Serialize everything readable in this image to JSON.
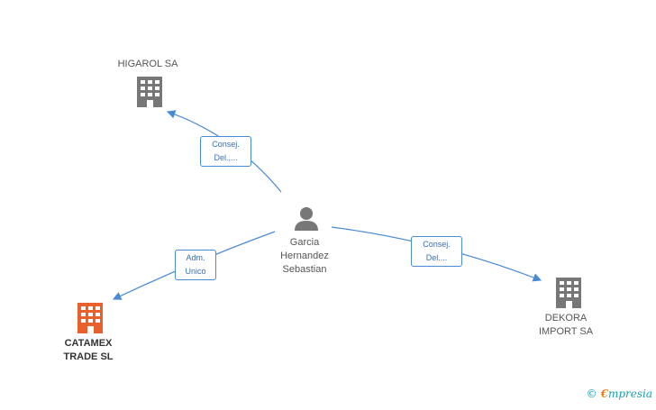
{
  "nodes": {
    "person": {
      "name": "Garcia\nHernandez\nSebastian",
      "type": "person"
    },
    "higarol": {
      "name": "HIGAROL SA",
      "type": "company"
    },
    "catamex": {
      "name": "CATAMEX\nTRADE SL",
      "type": "company",
      "highlight": true
    },
    "dekora": {
      "name": "DEKORA\nIMPORT SA",
      "type": "company"
    }
  },
  "edges": {
    "to_higarol": {
      "label": "Consej.\nDel.,..."
    },
    "to_catamex": {
      "label": "Adm.\nUnico"
    },
    "to_dekora": {
      "label": "Consej.\nDel...."
    }
  },
  "colors": {
    "line": "#4a8bd6",
    "building": "#777777",
    "building_highlight": "#e8602c",
    "person": "#777777"
  },
  "watermark": {
    "symbol": "©",
    "brand_initial": "€",
    "brand_rest": "mpresia"
  }
}
